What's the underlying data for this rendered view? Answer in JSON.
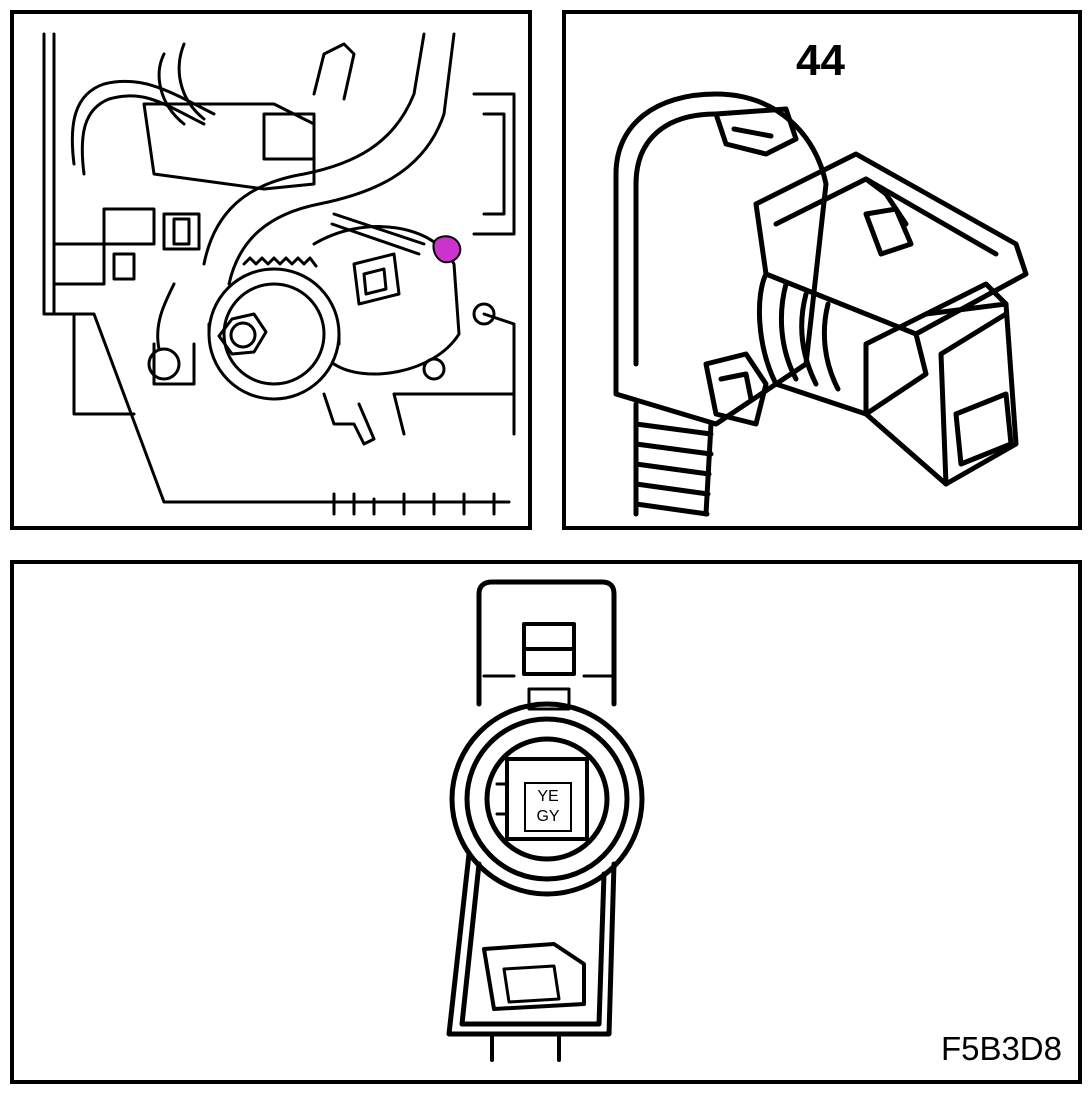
{
  "panels": {
    "engine_view": {},
    "connector_view": {
      "callout": "44"
    },
    "pin_view": {
      "wire_colors": [
        "YE",
        "GY"
      ]
    }
  },
  "figure_id": "F5B3D8",
  "colors": {
    "highlight": "#cc33cc",
    "line": "#000000",
    "background": "#ffffff"
  }
}
